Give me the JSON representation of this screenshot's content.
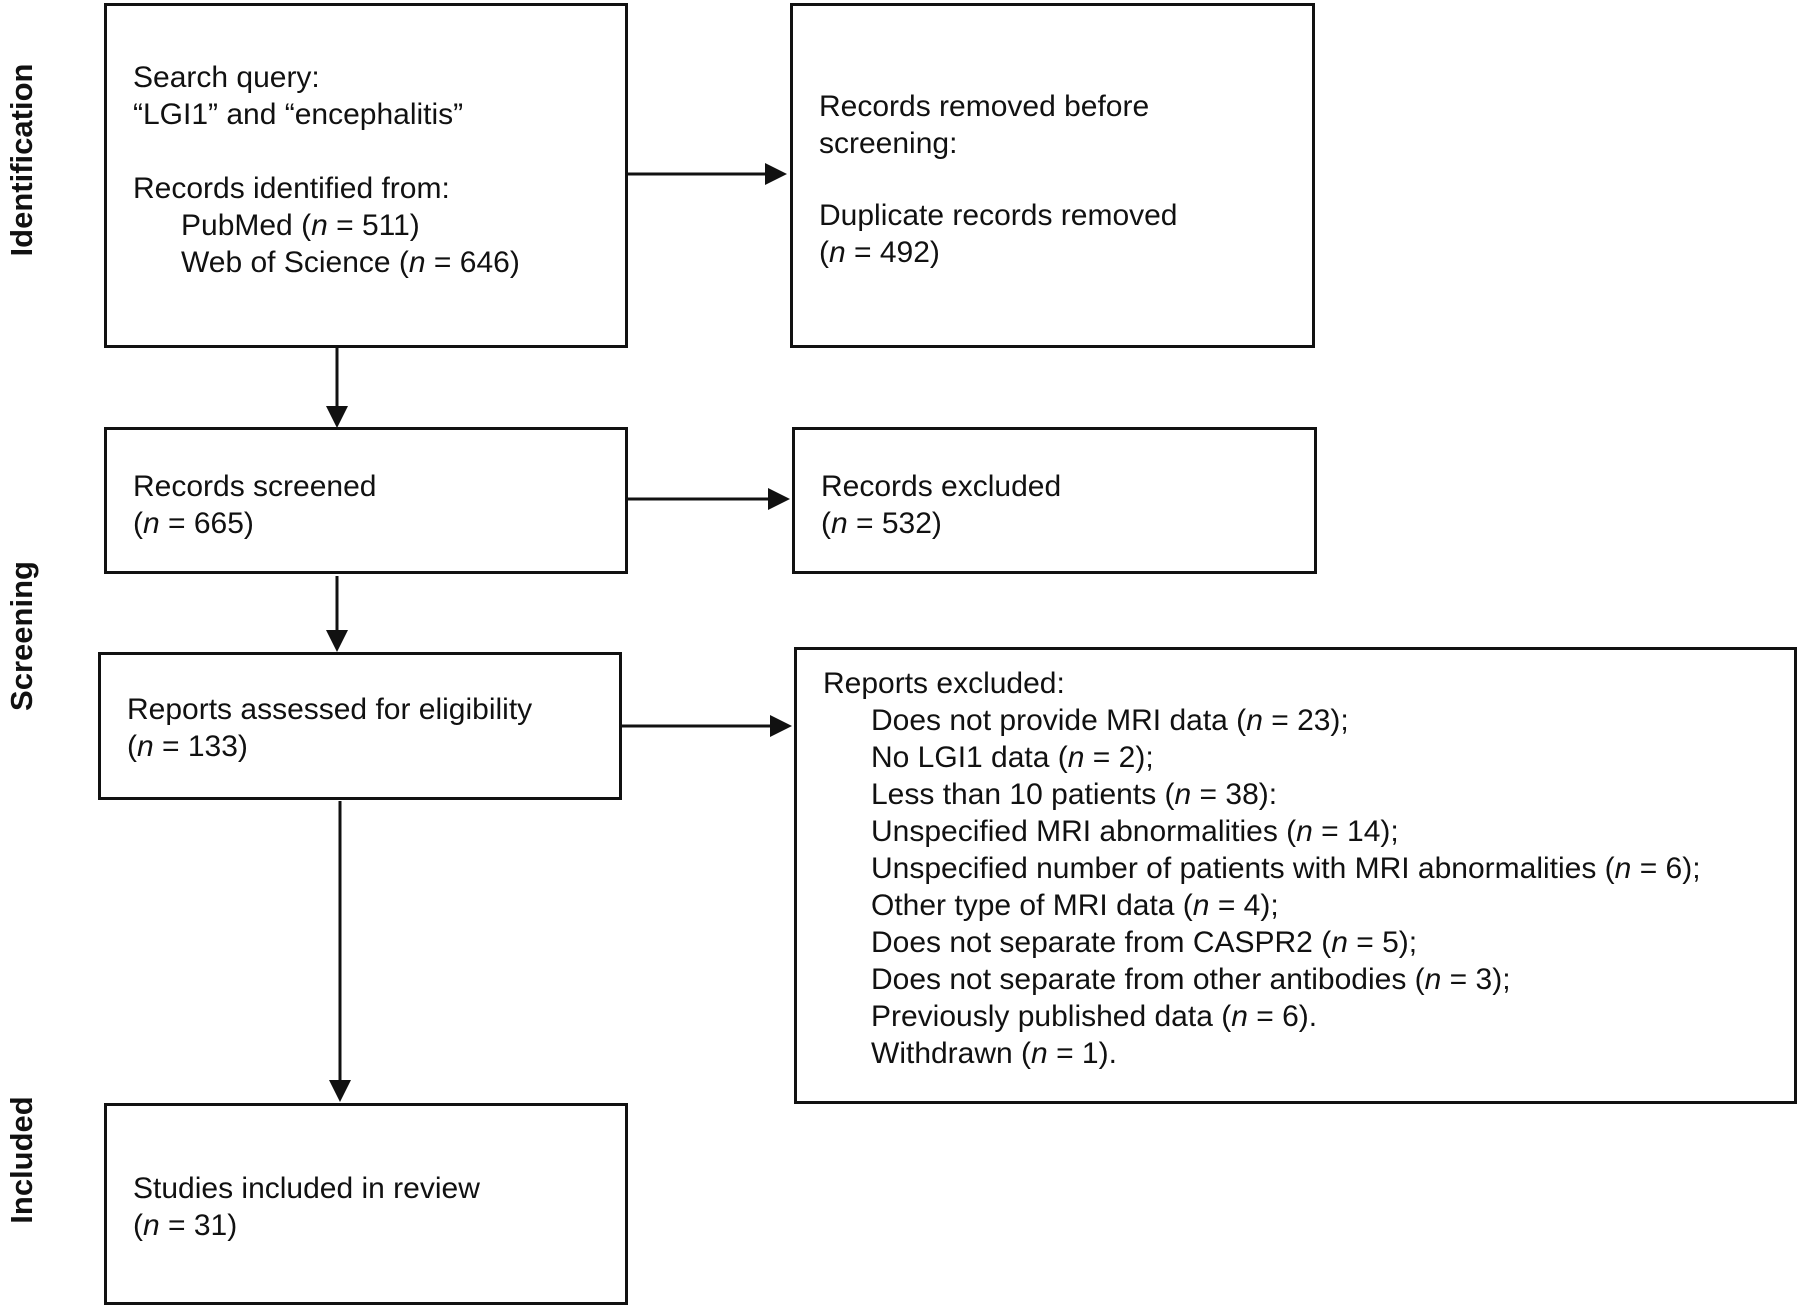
{
  "stages": {
    "identification": "Identification",
    "screening": "Screening",
    "included": "Included"
  },
  "identification_box": {
    "line1": "Search query:",
    "line2": "“LGI1” and “encephalitis”",
    "line3": "Records identified from:",
    "pubmed_prefix": "PubMed (",
    "pubmed_n": "n",
    "pubmed_suffix": " = 511)",
    "wos_prefix": "Web of Science (",
    "wos_n": "n",
    "wos_suffix": " = 646)"
  },
  "removed_box": {
    "line1": "Records removed before",
    "line2": "screening:",
    "line3": "Duplicate records removed",
    "n_prefix": "(",
    "n_var": "n",
    "n_suffix": " = 492)"
  },
  "screened_box": {
    "line1": "Records screened",
    "n_prefix": "(",
    "n_var": "n",
    "n_suffix": " = 665)"
  },
  "excluded_box": {
    "line1": "Records excluded",
    "n_prefix": "(",
    "n_var": "n",
    "n_suffix": " = 532)"
  },
  "eligibility_box": {
    "line1": "Reports assessed for eligibility",
    "n_prefix": "(",
    "n_var": "n",
    "n_suffix": " = 133)"
  },
  "reports_excluded_box": {
    "title": "Reports excluded:",
    "items": [
      {
        "pre": "Does not provide MRI data (",
        "n": "n",
        "post": " = 23);"
      },
      {
        "pre": "No LGI1 data (",
        "n": "n",
        "post": " = 2);"
      },
      {
        "pre": "Less than 10 patients (",
        "n": "n",
        "post": " = 38):"
      },
      {
        "pre": "Unspecified MRI abnormalities (",
        "n": "n",
        "post": " = 14);"
      },
      {
        "pre": "Unspecified number of patients with MRI abnormalities (",
        "n": "n",
        "post": " = 6);"
      },
      {
        "pre": "Other type of MRI data (",
        "n": "n",
        "post": " = 4);"
      },
      {
        "pre": "Does not separate from CASPR2 (",
        "n": "n",
        "post": " = 5);"
      },
      {
        "pre": "Does not separate from other antibodies (",
        "n": "n",
        "post": " = 3);"
      },
      {
        "pre": "Previously published data (",
        "n": "n",
        "post": " = 6)."
      },
      {
        "pre": "Withdrawn (",
        "n": "n",
        "post": " = 1)."
      }
    ]
  },
  "included_box": {
    "line1": "Studies included in review",
    "n_prefix": "(",
    "n_var": "n",
    "n_suffix": " = 31)"
  }
}
